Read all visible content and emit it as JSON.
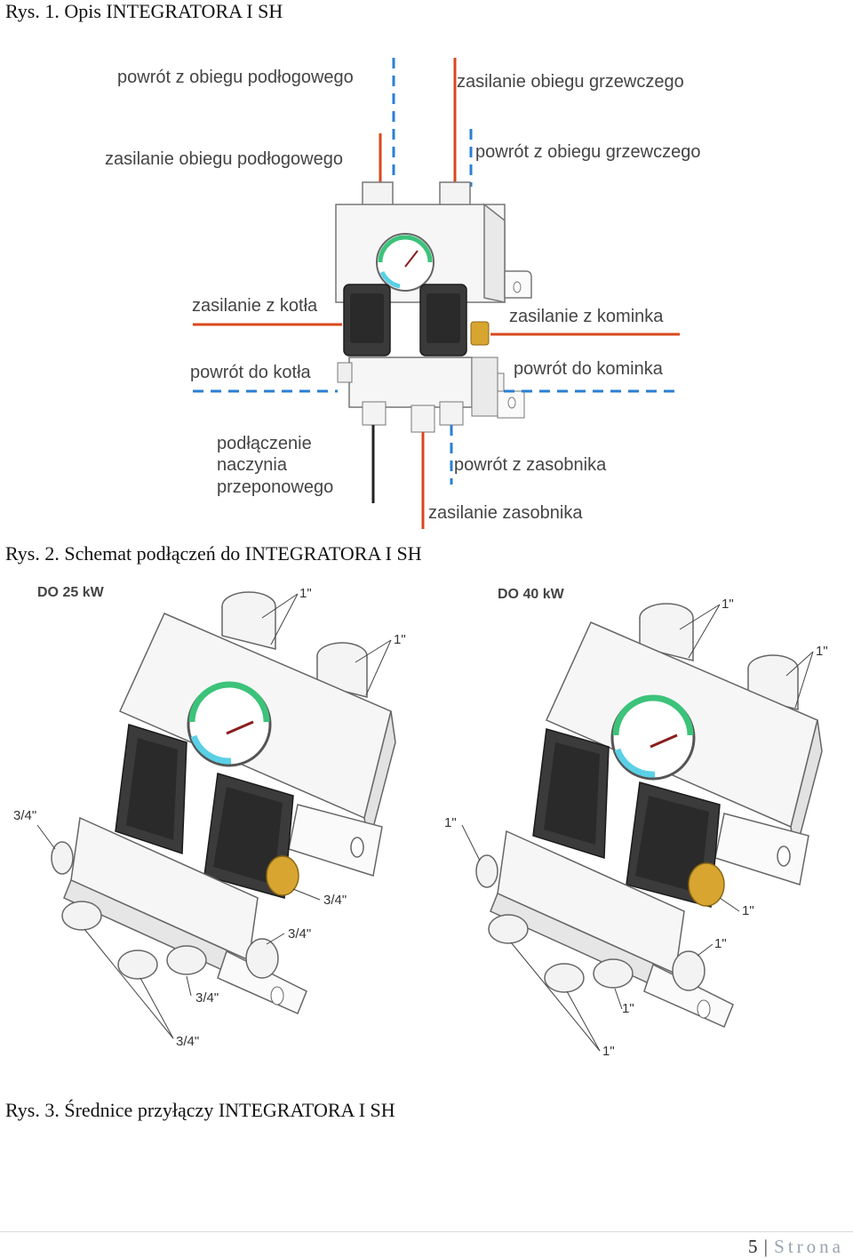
{
  "figure1": {
    "caption": "Rys. 1. Opis INTEGRATORA I SH",
    "labels": {
      "powrot_podlogowy": "powrót z obiegu podłogowego",
      "zasilanie_grzewczy": "zasilanie obiegu grzewczego",
      "zasilanie_podlogowy": "zasilanie obiegu podłogowego",
      "powrot_grzewczy": "powrót z obiegu grzewczego",
      "zasilanie_kociol": "zasilanie z kotła",
      "zasilanie_kominek": "zasilanie z kominka",
      "powrot_kociol": "powrót do kotła",
      "powrot_kominek": "powrót do kominka",
      "naczynie_1": "podłączenie",
      "naczynie_2": "naczynia",
      "naczynie_3": "przeponowego",
      "powrot_zasobnik": "powrót z zasobnika",
      "zasilanie_zasobnik": "zasilanie zasobnika"
    }
  },
  "figure2": {
    "caption": "Rys. 2. Schemat podłączeń do INTEGRATORA I SH",
    "left": {
      "title": "DO 25 kW",
      "sizes": [
        "1\"",
        "1\"",
        "3/4\"",
        "3/4\"",
        "3/4\"",
        "3/4\"",
        "3/4\""
      ]
    },
    "right": {
      "title": "DO 40 kW",
      "sizes": [
        "1\"",
        "1\"",
        "1\"",
        "1\"",
        "1\"",
        "1\"",
        "1\""
      ]
    }
  },
  "figure3": {
    "caption": "Rys. 3. Średnice przyłączy INTEGRATORA I SH"
  },
  "footer": {
    "page_number": "5",
    "separator": "|",
    "word": "Strona"
  },
  "colors": {
    "supply_line": "#d9481e",
    "return_line": "#2a7fd4",
    "expansion_line": "#222222",
    "gauge_green": "#3cc37a",
    "gauge_blue": "#5ad0e6",
    "brass": "#d8a531"
  }
}
